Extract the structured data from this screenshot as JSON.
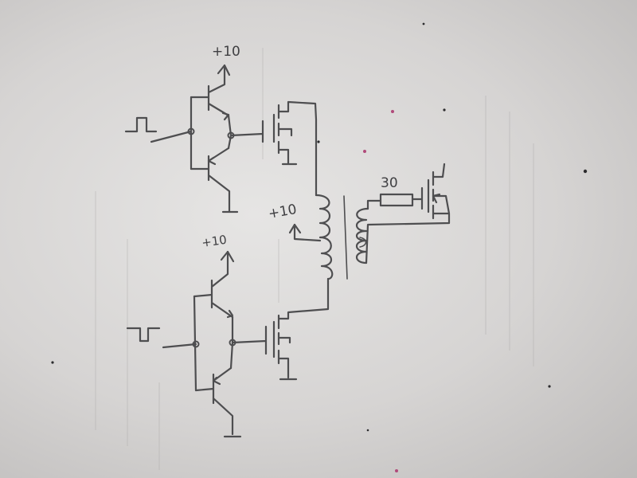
{
  "labels": {
    "supply_top": "+10",
    "supply_bottom": "+10",
    "supply_transformer": "+10",
    "resistor_value": "30"
  },
  "colors": {
    "paper": "#e0dfde",
    "ink": "#4e4e50"
  }
}
